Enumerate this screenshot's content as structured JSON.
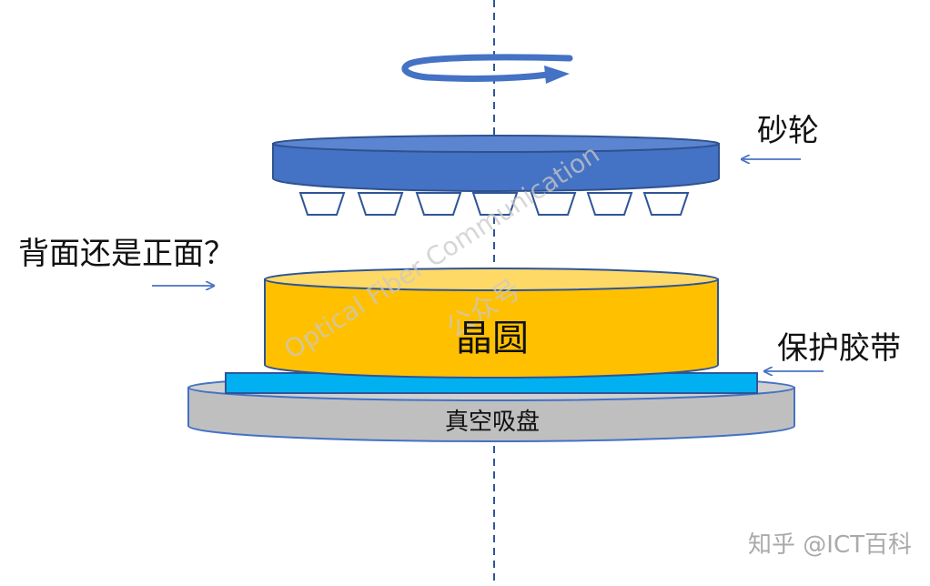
{
  "labels": {
    "grinding_wheel": "砂轮",
    "back_or_front": "背面还是正面？",
    "wafer": "晶圆",
    "protective_tape": "保护胶带",
    "vacuum_chuck": "真空吸盘"
  },
  "watermark": {
    "english": "Optical Fiber Communication",
    "chinese": "公众号"
  },
  "credit": "知乎 @ICT百科",
  "colors": {
    "wheel_blue": "#4472C4",
    "wheel_edge": "#2F528F",
    "wafer_yellow": "#FFC000",
    "tape_blue": "#00B0F0",
    "chuck_gray": "#BFBFBF",
    "arrow_blue": "#4A72C4",
    "axis_blue": "#2F5597"
  },
  "icons": {
    "rotation": "rotation-arrow-icon"
  }
}
